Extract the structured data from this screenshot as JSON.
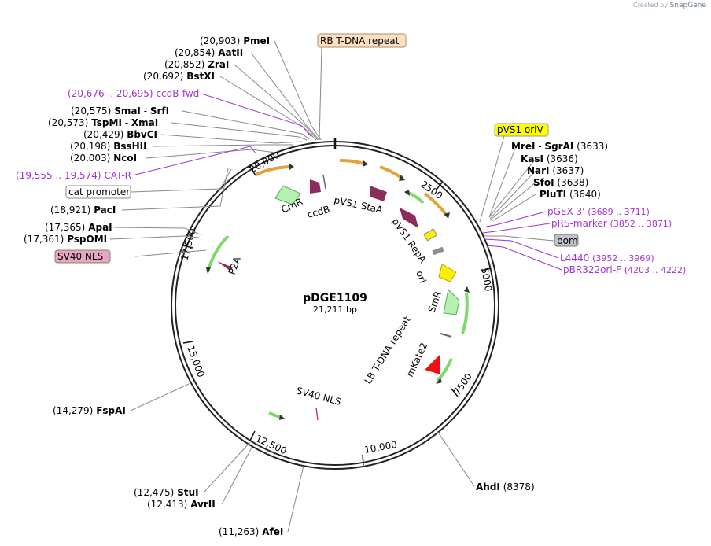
{
  "brand": {
    "created_by": "Created by",
    "product": "SnapGene"
  },
  "plasmid": {
    "name": "pDGE1109",
    "length_label": "21,211 bp"
  },
  "ticks": [
    "2500",
    "5000",
    "7500",
    "10,000",
    "12,500",
    "15,000",
    "17,500",
    "20,000"
  ],
  "sites_left": [
    {
      "pos": "(20,903)",
      "name": "PmeI"
    },
    {
      "pos": "(20,854)",
      "name": "AatII"
    },
    {
      "pos": "(20,852)",
      "name": "ZraI"
    },
    {
      "pos": "(20,692)",
      "name": "BstXI"
    },
    {
      "pos": "(20,575)",
      "name": "SmaI",
      "extra": "SrfI"
    },
    {
      "pos": "(20,573)",
      "name": "TspMI",
      "extra": "XmaI"
    },
    {
      "pos": "(20,429)",
      "name": "BbvCI"
    },
    {
      "pos": "(20,198)",
      "name": "BssHII"
    },
    {
      "pos": "(20,003)",
      "name": "NcoI"
    },
    {
      "pos": "(18,921)",
      "name": "PacI"
    },
    {
      "pos": "(17,365)",
      "name": "ApaI"
    },
    {
      "pos": "(17,361)",
      "name": "PspOMI"
    },
    {
      "pos": "(14,279)",
      "name": "FspAI"
    },
    {
      "pos": "(12,475)",
      "name": "StuI"
    },
    {
      "pos": "(12,413)",
      "name": "AvrII"
    },
    {
      "pos": "(11,263)",
      "name": "AfeI"
    }
  ],
  "sites_right": [
    {
      "name": "MreI",
      "extra": "SgrAI",
      "pos": "(3633)"
    },
    {
      "name": "KasI",
      "pos": "(3636)"
    },
    {
      "name": "NarI",
      "pos": "(3637)"
    },
    {
      "name": "SfoI",
      "pos": "(3638)"
    },
    {
      "name": "PluTI",
      "pos": "(3640)"
    },
    {
      "name": "AhdI",
      "pos": "(8378)"
    }
  ],
  "primers": [
    {
      "range": "(20,676 .. 20,695)",
      "name": "ccdB-fwd"
    },
    {
      "range": "(19,555 .. 19,574)",
      "name": "CAT-R"
    },
    {
      "name": "pGEX 3'",
      "range": "(3689 .. 3711)"
    },
    {
      "name": "pRS-marker",
      "range": "(3852 .. 3871)"
    },
    {
      "name": "L4440",
      "range": "(3952 .. 3969)"
    },
    {
      "name": "pBR322ori-F",
      "range": "(4203 .. 4222)"
    }
  ],
  "boxed_labels": {
    "rb": "RB T-DNA repeat",
    "oriv": "pVS1 oriV",
    "cat": "cat promoter",
    "sv40": "SV40 NLS",
    "bom": "bom"
  },
  "features": {
    "cmr": "CmR",
    "ccdb": "ccdB",
    "stad": "pVS1 StaA",
    "repa": "pVS1 RepA",
    "ori": "ori",
    "smr": "SmR",
    "lb": "LB T-DNA repeat",
    "mkate": "mKate2",
    "sv40_inner": "SV40 NLS",
    "p2a": "P2A"
  },
  "colors": {
    "primer": "#a132d9",
    "rb_fill": "#fde0c3",
    "oriv_fill": "#ffff00",
    "sv40_fill": "#e6a7c4",
    "bom_fill": "#c0c4c8",
    "orange": "#e3a33a",
    "green": "#7fd96a",
    "magenta": "#8b2d5a",
    "red": "#ee1111",
    "yellow": "#ffee00"
  }
}
